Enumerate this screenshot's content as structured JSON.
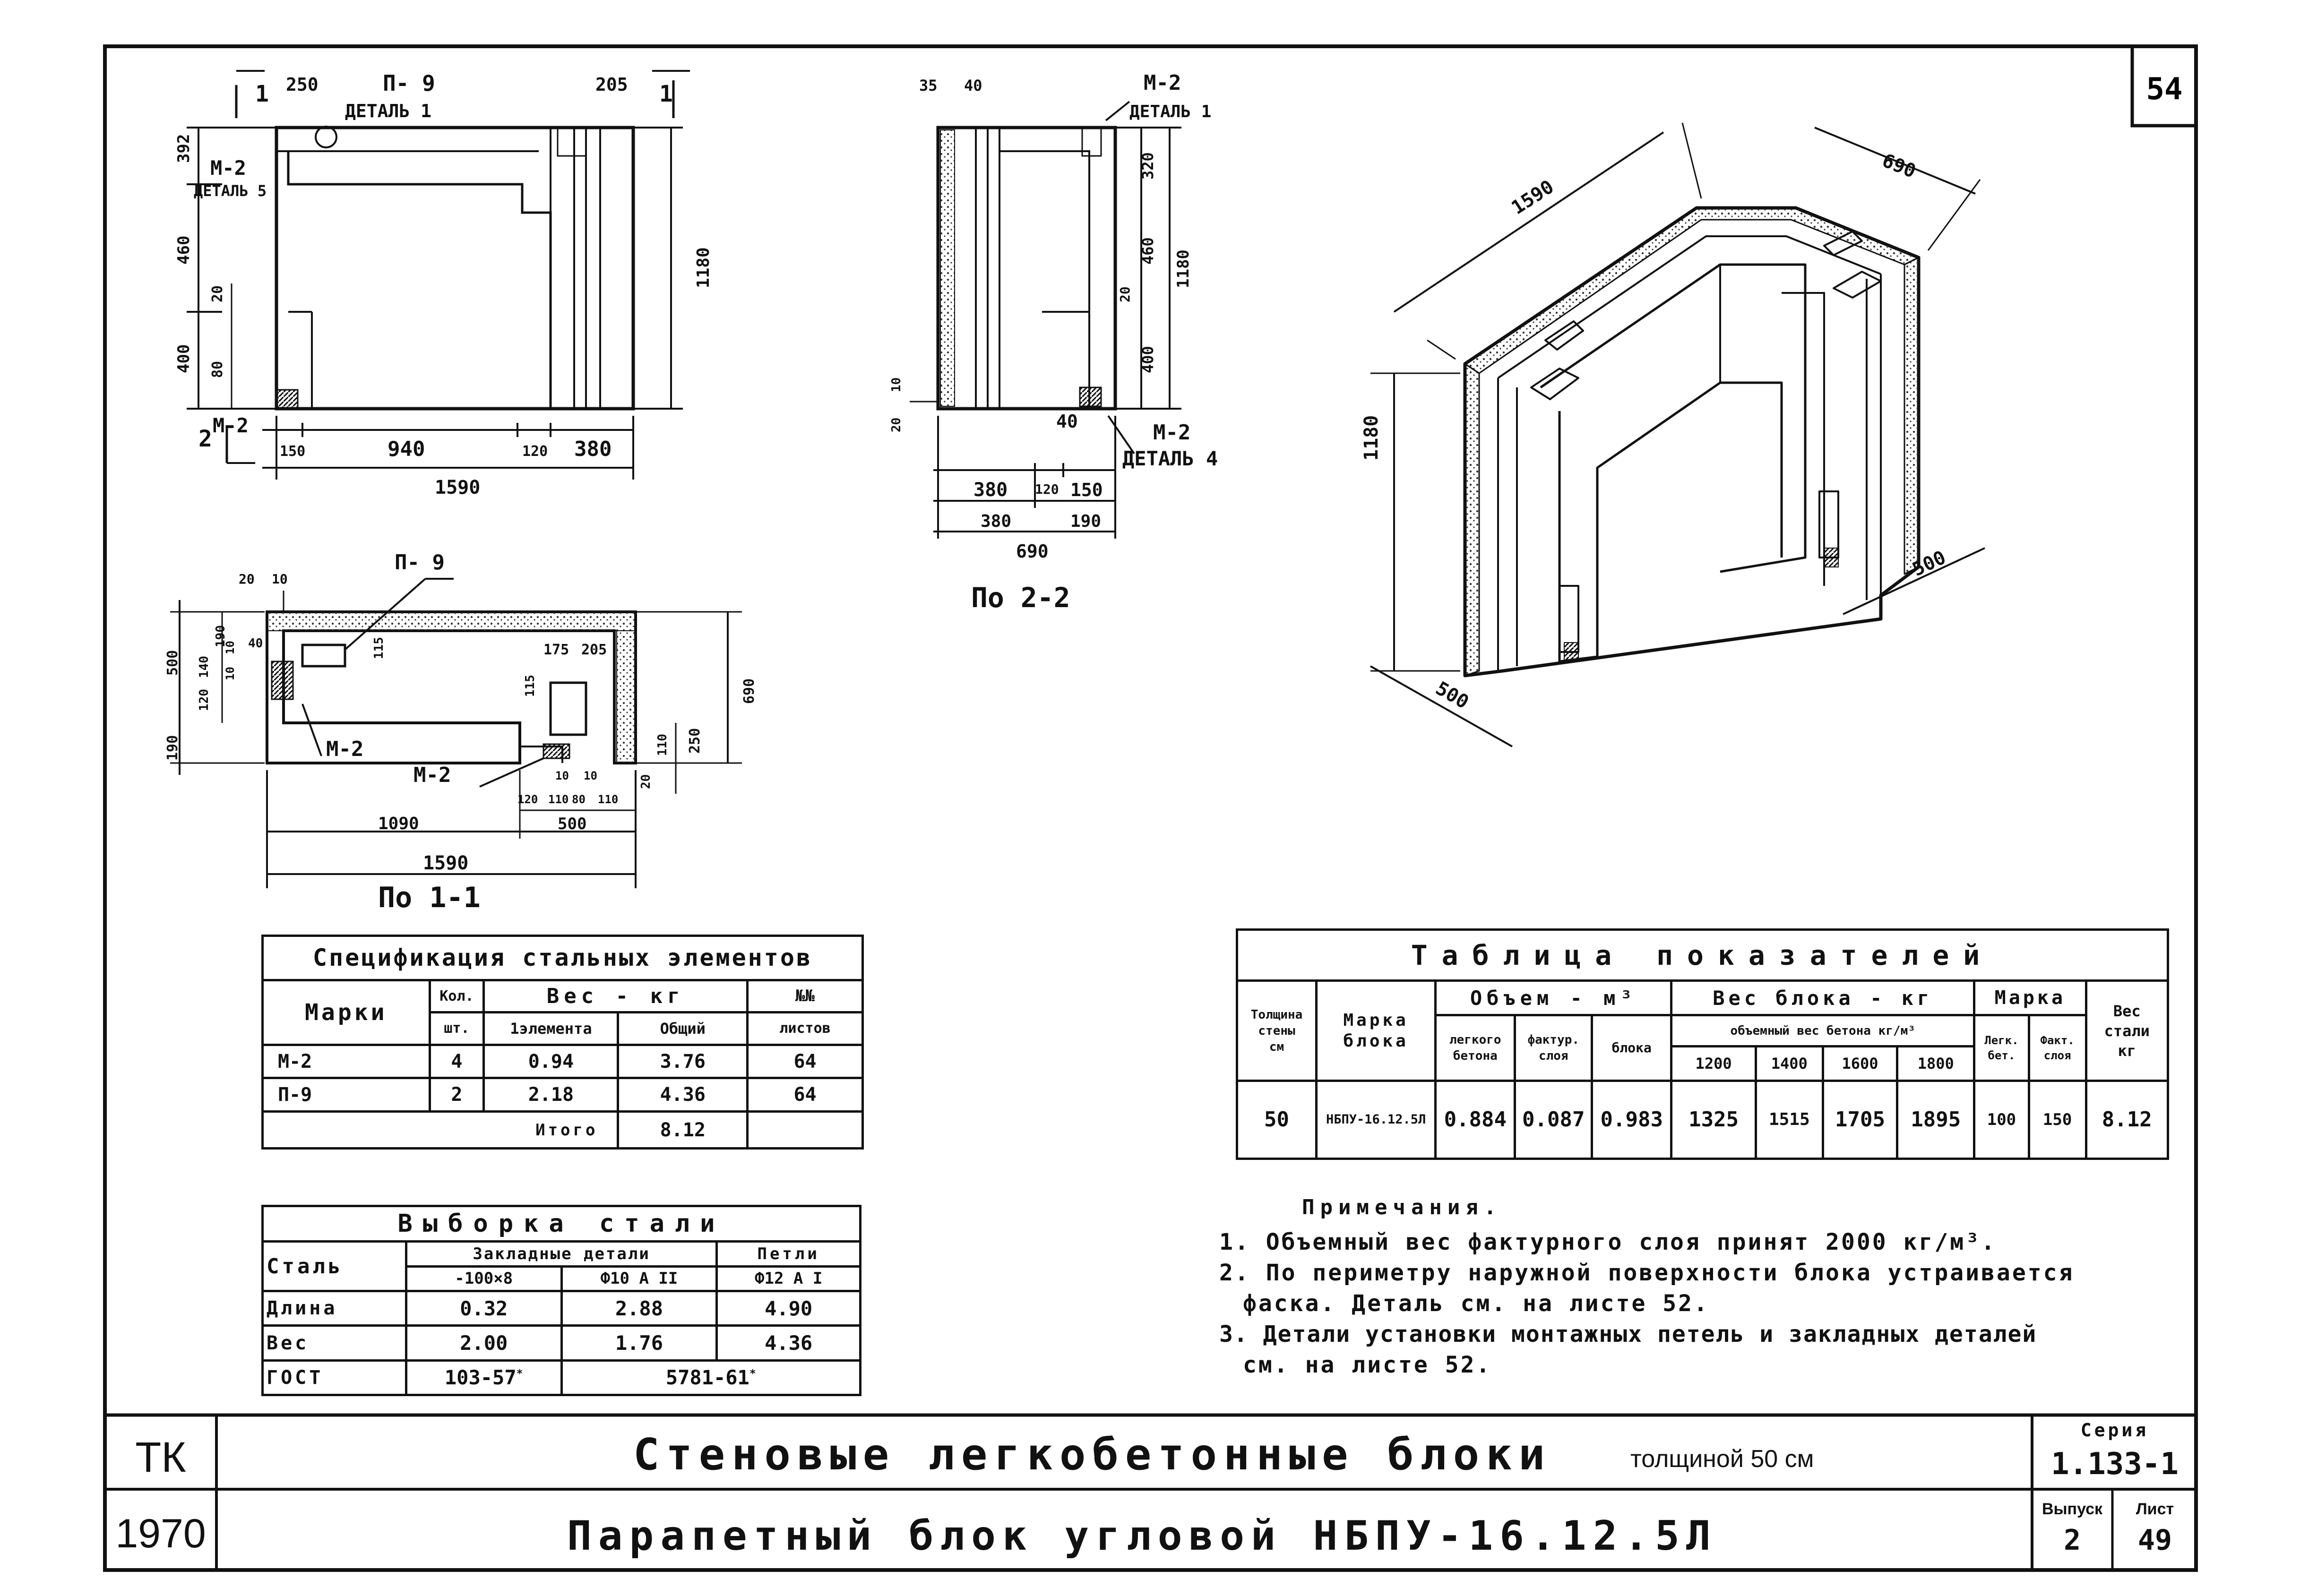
{
  "sheet_corner_number": "54",
  "front_view": {
    "marker_1": "1",
    "marker_2": "2",
    "dim_top_left": "250",
    "dim_top_right": "205",
    "label_p9": "П- 9",
    "label_detail1": "ДЕТАЛЬ 1",
    "label_m2_top": "М-2",
    "label_detail5": "ДЕТАЛЬ 5",
    "label_m2_bottom": "М-2",
    "dims_left": [
      "392",
      "460",
      "400"
    ],
    "dim_20": "20",
    "dim_80": "80",
    "dim_height": "1180",
    "dims_bottom": [
      "150",
      "940",
      "120",
      "380"
    ],
    "dim_total": "1590"
  },
  "section_2_2": {
    "dims_top": [
      "35",
      "40"
    ],
    "label_m2_top": "М-2",
    "label_detail1": "ДЕТАЛЬ 1",
    "dims_right": [
      "320",
      "460",
      "400"
    ],
    "dim_20": "20",
    "dim_height": "1180",
    "dims_left_small": [
      "10",
      "20"
    ],
    "dim_40": "40",
    "label_m2_bottom": "М-2",
    "label_detail4": "ДЕТАЛЬ 4",
    "dims_row1": [
      "380",
      "120",
      "150"
    ],
    "dims_row2": [
      "380",
      "190"
    ],
    "dim_total": "690",
    "caption": "По 2-2"
  },
  "section_1_1": {
    "label_p9": "П- 9",
    "dims_top": [
      "20",
      "10",
      "40",
      "175",
      "205",
      "115",
      "115"
    ],
    "dims_left": [
      "500",
      "120",
      "140",
      "190",
      "10",
      "10",
      "190"
    ],
    "label_m2_a": "М-2",
    "label_m2_b": "М-2",
    "dims_bottom_small": [
      "120",
      "110",
      "80",
      "110",
      "10",
      "10"
    ],
    "dim_500": "500",
    "dims_right": [
      "250",
      "20",
      "110",
      "690"
    ],
    "dim_1090": "1090",
    "dim_1590": "1590",
    "caption": "По 1-1"
  },
  "isometric": {
    "dim_1590": "1590",
    "dim_690": "690",
    "dim_1180": "1180",
    "dim_500a": "500",
    "dim_500b": "500"
  },
  "spec_table": {
    "title": "Спецификация стальных элементов",
    "headers": {
      "marks": "Марки",
      "qty_1": "Кол.",
      "qty_2": "шт.",
      "weight": "Вес - кг",
      "per_element": "1элемента",
      "total": "Общий",
      "sheets_1": "№№",
      "sheets_2": "листов"
    },
    "rows": [
      {
        "mark": "М-2",
        "qty": "4",
        "per_element": "0.94",
        "total": "3.76",
        "sheet": "64"
      },
      {
        "mark": "П-9",
        "qty": "2",
        "per_element": "2.18",
        "total": "4.36",
        "sheet": "64"
      }
    ],
    "itogo_label": "Итого",
    "itogo_value": "8.12"
  },
  "steel_table": {
    "title": "Выборка стали",
    "col_steel": "Сталь",
    "group_embedded": "Закладные детали",
    "group_loops": "Петли",
    "sub1": "-100×8",
    "sub2": "Ф10 А II",
    "sub3": "Ф12 А I",
    "rows": [
      {
        "label": "Длина",
        "v1": "0.32",
        "v2": "2.88",
        "v3": "4.90"
      },
      {
        "label": "Вес",
        "v1": "2.00",
        "v2": "1.76",
        "v3": "4.36"
      }
    ],
    "gost_label": "ГОСТ",
    "gost_1": "103-57",
    "gost_2": "5781-61",
    "gost_star": "*"
  },
  "indicators_table": {
    "title": "Таблица показателей",
    "h_thickness": [
      "Толщина",
      "стены",
      "см"
    ],
    "h_mark": [
      "Марка",
      "блока"
    ],
    "h_volume": "Объем - м³",
    "h_volume_light": [
      "легкого",
      "бетона"
    ],
    "h_volume_facing": [
      "фактур.",
      "слоя"
    ],
    "h_volume_block": "блока",
    "h_weight": "Вес блока - кг",
    "h_weight_sub": "объемный вес бетона кг/м³",
    "h_weights": [
      "1200",
      "1400",
      "1600",
      "1800"
    ],
    "h_grade": "Марка",
    "h_grade_light": [
      "Легк.",
      "бет."
    ],
    "h_grade_facing": [
      "Факт.",
      "слоя"
    ],
    "h_steel": [
      "Вес",
      "стали",
      "кг"
    ],
    "row": {
      "thickness": "50",
      "mark": "НБПУ-16.12.5Л",
      "vol_light": "0.884",
      "vol_facing": "0.087",
      "vol_block": "0.983",
      "w1": "1325",
      "w2": "1515",
      "w3": "1705",
      "w4": "1895",
      "grade_light": "100",
      "grade_facing": "150",
      "steel": "8.12"
    }
  },
  "notes": {
    "title": "Примечания.",
    "items": [
      "1. Объемный вес фактурного слоя принят 2000 кг/м³.",
      "2. По периметру наружной поверхности блока устраивается",
      "фаска. Деталь см. на листе 52.",
      "3. Детали установки монтажных петель и закладных деталей",
      "см. на листе 52."
    ]
  },
  "title_block": {
    "org": "ТК",
    "year": "1970",
    "title_main": "Стеновые легкобетонные блоки",
    "title_thickness": "толщиной 50 см",
    "title_sub": "Парапетный блок угловой НБПУ-16.12.5Л",
    "series_label": "Серия",
    "series_value": "1.133-1",
    "issue_label": "Выпуск",
    "issue_value": "2",
    "sheet_label": "Лист",
    "sheet_value": "49"
  }
}
